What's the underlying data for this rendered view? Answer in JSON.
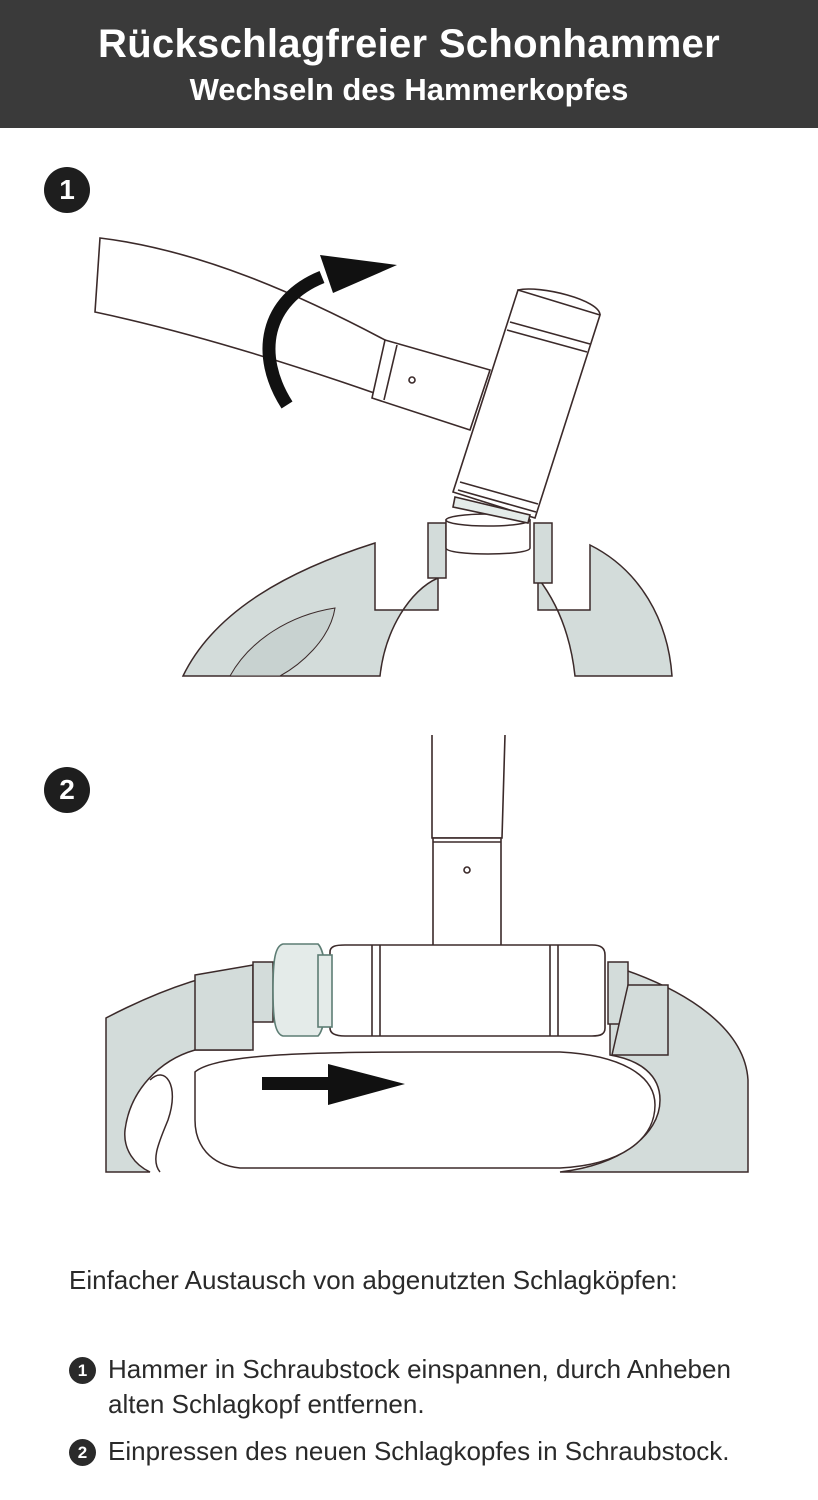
{
  "header": {
    "title": "Rückschlagfreier Schonhammer",
    "subtitle": "Wechseln des Hammerkopfes"
  },
  "steps": [
    {
      "badge": "1",
      "illustration_icons": [
        "vise-icon",
        "hammer-icon",
        "rotate-arrow-icon"
      ]
    },
    {
      "badge": "2",
      "illustration_icons": [
        "vise-icon",
        "hammer-icon",
        "push-arrow-icon"
      ]
    }
  ],
  "instructions": {
    "intro": "Einfacher Austausch von abgenutzten Schlagköpfen:",
    "items": [
      {
        "num": "1",
        "text": "Hammer in Schraubstock einspannen, durch Anheben alten Schlagkopf entfernen."
      },
      {
        "num": "2",
        "text": "Einpressen des neuen Schlagkopfes in Schraubstock."
      }
    ]
  },
  "colors": {
    "header_bg": "#3a3a3a",
    "vise_fill": "#d3dcda",
    "line": "#3b2a2a",
    "arrow": "#111111"
  }
}
